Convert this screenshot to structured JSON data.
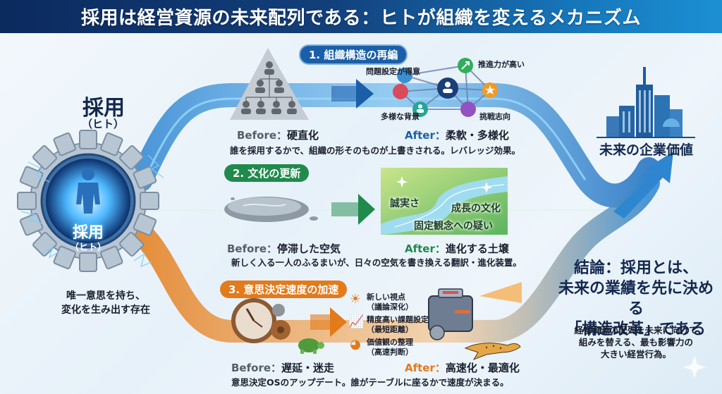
{
  "header": {
    "title": "採用は経営資源の未来配列である：ヒトが組織を変えるメカニズム"
  },
  "hiring": {
    "title": "採用",
    "subtitle": "（ヒト）",
    "gear_label": "採用",
    "gear_sub": "（ヒト）",
    "description_line1": "唯一意思を持ち、",
    "description_line2": "変化を生み出す存在"
  },
  "colors": {
    "header_start": "#0b2a5e",
    "header_end": "#1c8fd3",
    "section1": "#1b5fa8",
    "section2": "#1f8a4c",
    "section3": "#e37a1b",
    "navy_text": "#13284f"
  },
  "sections": [
    {
      "label": "1. 組織構造の再編",
      "before_prefix": "Before：",
      "before_value": "硬直化",
      "after_prefix": "After：",
      "after_value": "柔軟・多様化",
      "description": "誰を採用するかで、組織の形そのものが上書きされる。レバレッジ効果。",
      "network_nodes": [
        "問題設定が得意",
        "推進力が高い",
        "多様な背景",
        "挑戦志向"
      ]
    },
    {
      "label": "2. 文化の更新",
      "before_prefix": "Before：",
      "before_value": "停滞した空気",
      "after_prefix": "After：",
      "after_value": "進化する土壌",
      "description": "新しく入る一人のふるまいが、日々の空気を書き換える翻訳・進化装置。",
      "river_labels": [
        "誠実さ",
        "成長の文化",
        "固定観念への疑い"
      ]
    },
    {
      "label": "3. 意思決定速度の加速",
      "before_prefix": "Before：",
      "before_value": "遅延・迷走",
      "after_prefix": "After：",
      "after_value": "高速化・最適化",
      "description": "意思決定OSのアップデート。誰がテーブルに座るかで速度が決まる。",
      "benefits": [
        {
          "icon": "lightbulb-icon",
          "line1": "新しい視点",
          "line2": "（議論深化）"
        },
        {
          "icon": "growth-chart-icon",
          "line1": "精度高い課題設定",
          "line2": "（最短距離）"
        },
        {
          "icon": "pie-chart-icon",
          "line1": "価値観の整理",
          "line2": "（高速判断）"
        }
      ]
    }
  ],
  "future": {
    "label": "未来の企業価値"
  },
  "conclusion": {
    "title_line1": "結論：採用とは、",
    "title_line2": "未来の業績を先に決める",
    "title_line3": "「構造改革」である",
    "body_line1": "経営資源の配列を未来に向けて",
    "body_line2": "組みを替える、最も影響力の",
    "body_line3": "大きい経営行為。"
  }
}
